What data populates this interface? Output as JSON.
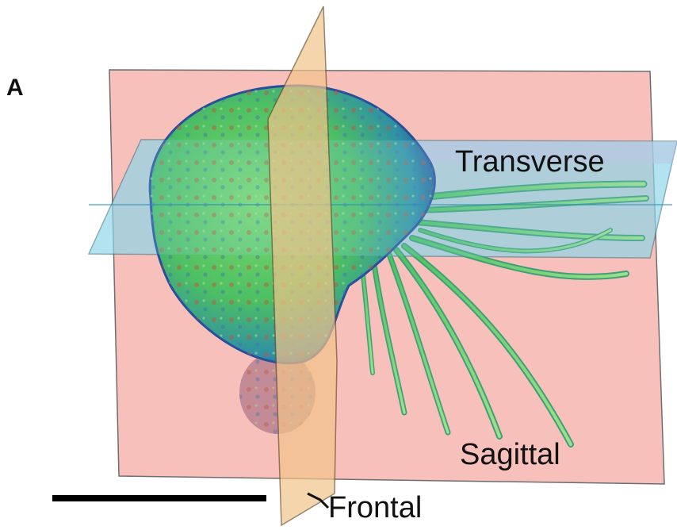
{
  "panel_label": "A",
  "planes": {
    "transverse": "Transverse",
    "sagittal": "Sagittal",
    "frontal": "Frontal"
  },
  "colors": {
    "sagittal_plane": "#f7b6b0",
    "transverse_plane": "#8fd8ea",
    "frontal_plane": "#f2c48a",
    "specimen_green": "#5fc85a",
    "specimen_blue": "#2f6fb8",
    "specimen_red": "#c8503a",
    "scale_bar": "#000000"
  },
  "scale_bar": {
    "label": ""
  }
}
